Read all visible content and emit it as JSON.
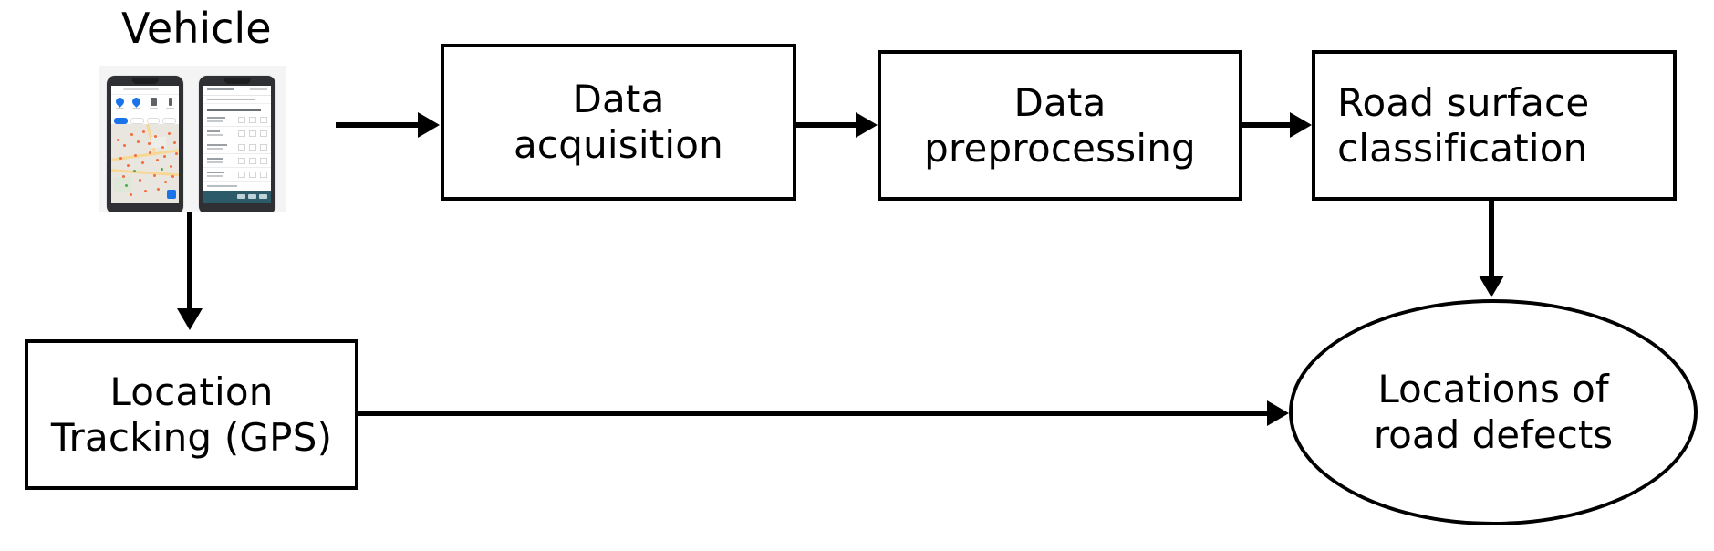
{
  "diagram": {
    "title": "Road defect detection pipeline flowchart",
    "background_color": "#ffffff",
    "stroke_color": "#000000",
    "nodes": {
      "vehicle_label": "Vehicle",
      "data_acquisition": {
        "line1": "Data",
        "line2": "acquisition"
      },
      "data_preprocessing": {
        "line1": "Data",
        "line2": "preprocessing"
      },
      "road_surface_classification": {
        "line1": "Road surface",
        "line2": "classification"
      },
      "location_tracking": {
        "line1": "Location",
        "line2": "Tracking (GPS)"
      },
      "locations_of_road_defects": {
        "line1": "Locations of",
        "line2": "road defects"
      }
    },
    "photo": {
      "alt": "Two smartphones showing a defect map app and a data list app",
      "background_color": "#f4f4f4",
      "phone_a_app": "map-app-screen",
      "phone_b_app": "list-app-screen",
      "accent_color": "#1a73e8",
      "map_marker_color": "#f26d3d",
      "bottom_bar_color": "#2c5a69"
    },
    "connectors": [
      {
        "name": "vehicle-to-data-acquisition",
        "type": "arrow-right"
      },
      {
        "name": "data-acquisition-to-data-preprocessing",
        "type": "arrow-right"
      },
      {
        "name": "data-preprocessing-to-road-surface-classification",
        "type": "arrow-right"
      },
      {
        "name": "road-surface-classification-to-locations",
        "type": "arrow-down"
      },
      {
        "name": "vehicle-to-location-tracking",
        "type": "arrow-down"
      },
      {
        "name": "location-tracking-to-locations",
        "type": "arrow-right"
      }
    ]
  }
}
